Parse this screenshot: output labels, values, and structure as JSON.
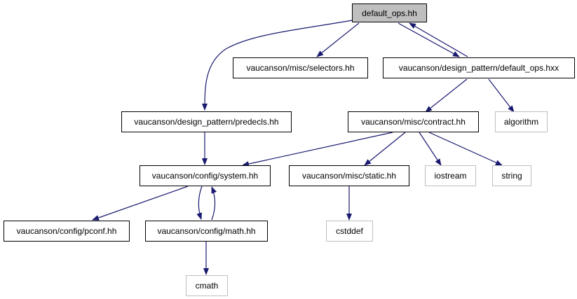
{
  "diagram": {
    "colors": {
      "edge": "#191970",
      "node_border": "#000000",
      "external_border": "#bfbfbf",
      "root_fill": "#bfbfbf",
      "node_fill": "#ffffff"
    },
    "nodes": {
      "default_ops_hh": "default_ops.hh",
      "selectors_hh": "vaucanson/misc/selectors.hh",
      "default_ops_hxx": "vaucanson/design_pattern/default_ops.hxx",
      "predecls_hh": "vaucanson/design_pattern/predecls.hh",
      "contract_hh": "vaucanson/misc/contract.hh",
      "algorithm": "algorithm",
      "system_hh": "vaucanson/config/system.hh",
      "static_hh": "vaucanson/misc/static.hh",
      "iostream": "iostream",
      "string": "string",
      "pconf_hh": "vaucanson/config/pconf.hh",
      "math_hh": "vaucanson/config/math.hh",
      "cstddef": "cstddef",
      "cmath": "cmath"
    },
    "edges": [
      [
        "default_ops_hh",
        "predecls_hh"
      ],
      [
        "default_ops_hh",
        "selectors_hh"
      ],
      [
        "default_ops_hh",
        "default_ops_hxx"
      ],
      [
        "default_ops_hxx",
        "default_ops_hh"
      ],
      [
        "default_ops_hxx",
        "contract_hh"
      ],
      [
        "default_ops_hxx",
        "algorithm"
      ],
      [
        "predecls_hh",
        "system_hh"
      ],
      [
        "contract_hh",
        "system_hh"
      ],
      [
        "contract_hh",
        "static_hh"
      ],
      [
        "contract_hh",
        "iostream"
      ],
      [
        "contract_hh",
        "string"
      ],
      [
        "system_hh",
        "pconf_hh"
      ],
      [
        "system_hh",
        "math_hh"
      ],
      [
        "math_hh",
        "system_hh"
      ],
      [
        "static_hh",
        "cstddef"
      ],
      [
        "math_hh",
        "cmath"
      ]
    ]
  }
}
